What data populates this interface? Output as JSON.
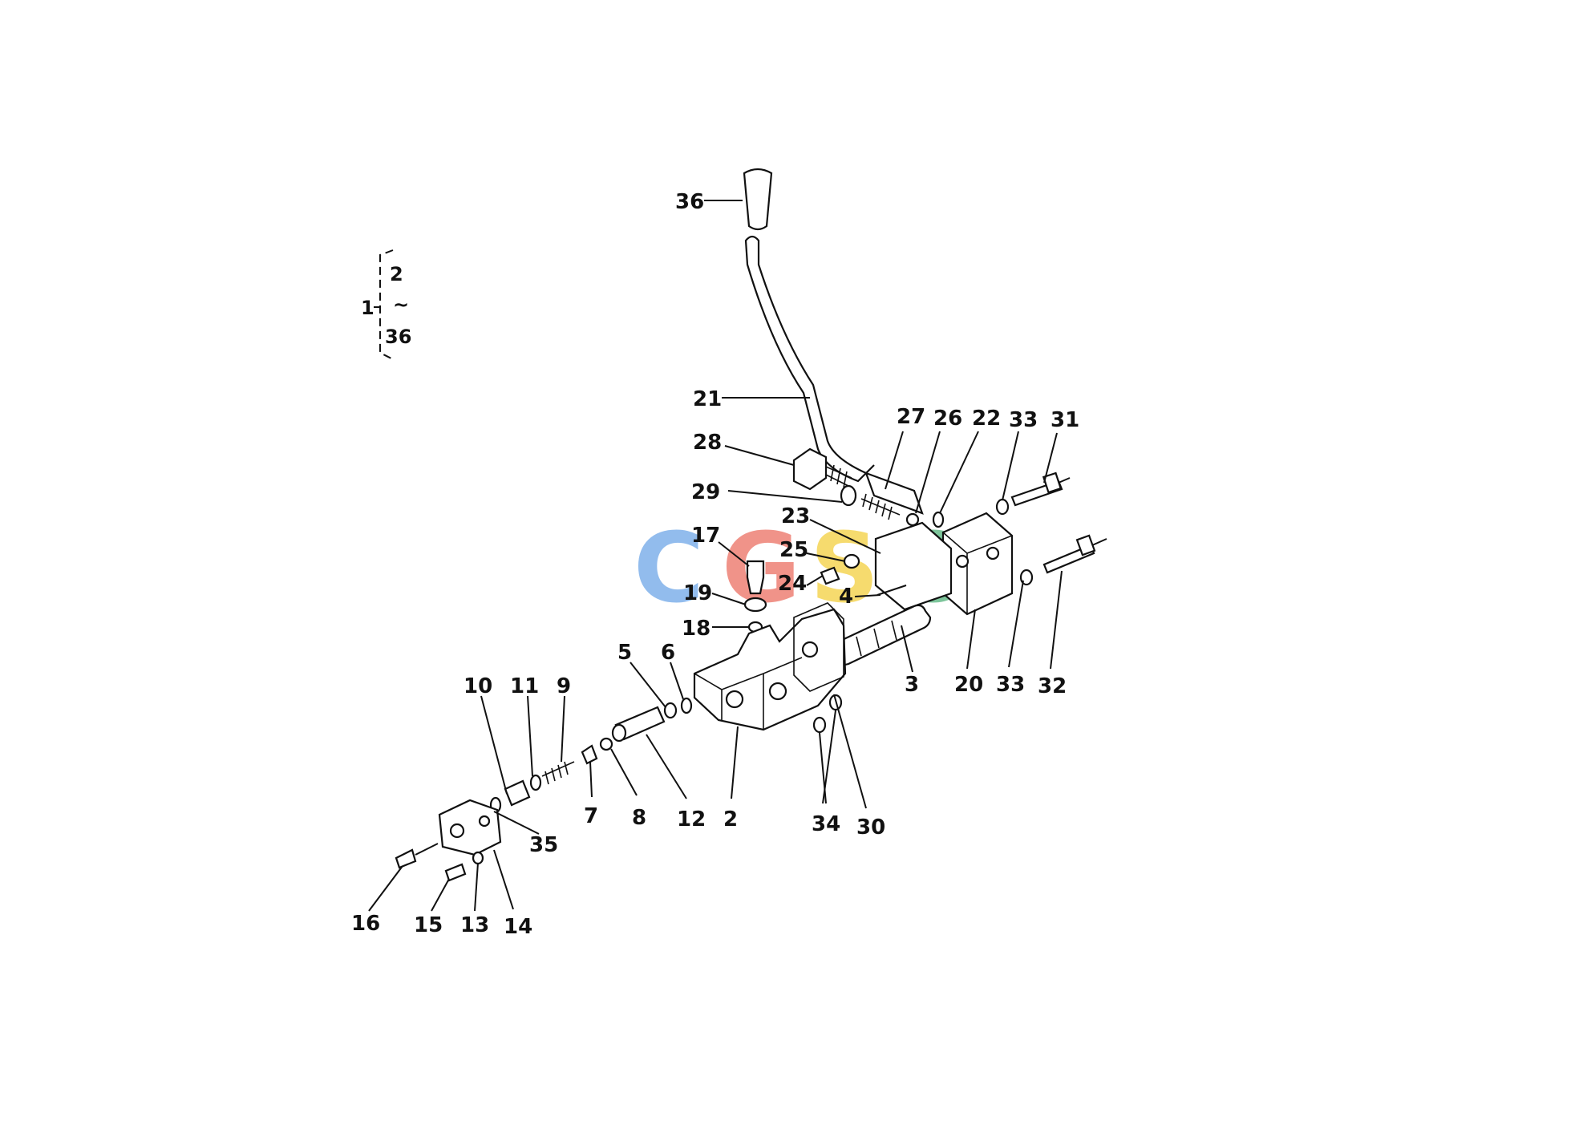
{
  "bracket": {
    "assembly": "1",
    "from": "2",
    "tilde": "~",
    "to": "36"
  },
  "callouts": [
    {
      "id": "36",
      "text": "36"
    },
    {
      "id": "21",
      "text": "21"
    },
    {
      "id": "28",
      "text": "28"
    },
    {
      "id": "29",
      "text": "29"
    },
    {
      "id": "27",
      "text": "27"
    },
    {
      "id": "26",
      "text": "26"
    },
    {
      "id": "22",
      "text": "22"
    },
    {
      "id": "33a",
      "text": "33"
    },
    {
      "id": "31",
      "text": "31"
    },
    {
      "id": "23",
      "text": "23"
    },
    {
      "id": "25",
      "text": "25"
    },
    {
      "id": "24",
      "text": "24"
    },
    {
      "id": "4",
      "text": "4"
    },
    {
      "id": "17",
      "text": "17"
    },
    {
      "id": "19",
      "text": "19"
    },
    {
      "id": "18",
      "text": "18"
    },
    {
      "id": "3",
      "text": "3"
    },
    {
      "id": "20",
      "text": "20"
    },
    {
      "id": "33b",
      "text": "33"
    },
    {
      "id": "32",
      "text": "32"
    },
    {
      "id": "5",
      "text": "5"
    },
    {
      "id": "6",
      "text": "6"
    },
    {
      "id": "10",
      "text": "10"
    },
    {
      "id": "11",
      "text": "11"
    },
    {
      "id": "9",
      "text": "9"
    },
    {
      "id": "7",
      "text": "7"
    },
    {
      "id": "8",
      "text": "8"
    },
    {
      "id": "12",
      "text": "12"
    },
    {
      "id": "2",
      "text": "2"
    },
    {
      "id": "34",
      "text": "34"
    },
    {
      "id": "30",
      "text": "30"
    },
    {
      "id": "35",
      "text": "35"
    },
    {
      "id": "16",
      "text": "16"
    },
    {
      "id": "15",
      "text": "15"
    },
    {
      "id": "13",
      "text": "13"
    },
    {
      "id": "14",
      "text": "14"
    }
  ],
  "watermark": {
    "letters": [
      "C",
      "G",
      "S",
      "C"
    ],
    "colors": [
      "#4a90e2",
      "#e74c3c",
      "#f1c40f",
      "#27a05a"
    ]
  }
}
